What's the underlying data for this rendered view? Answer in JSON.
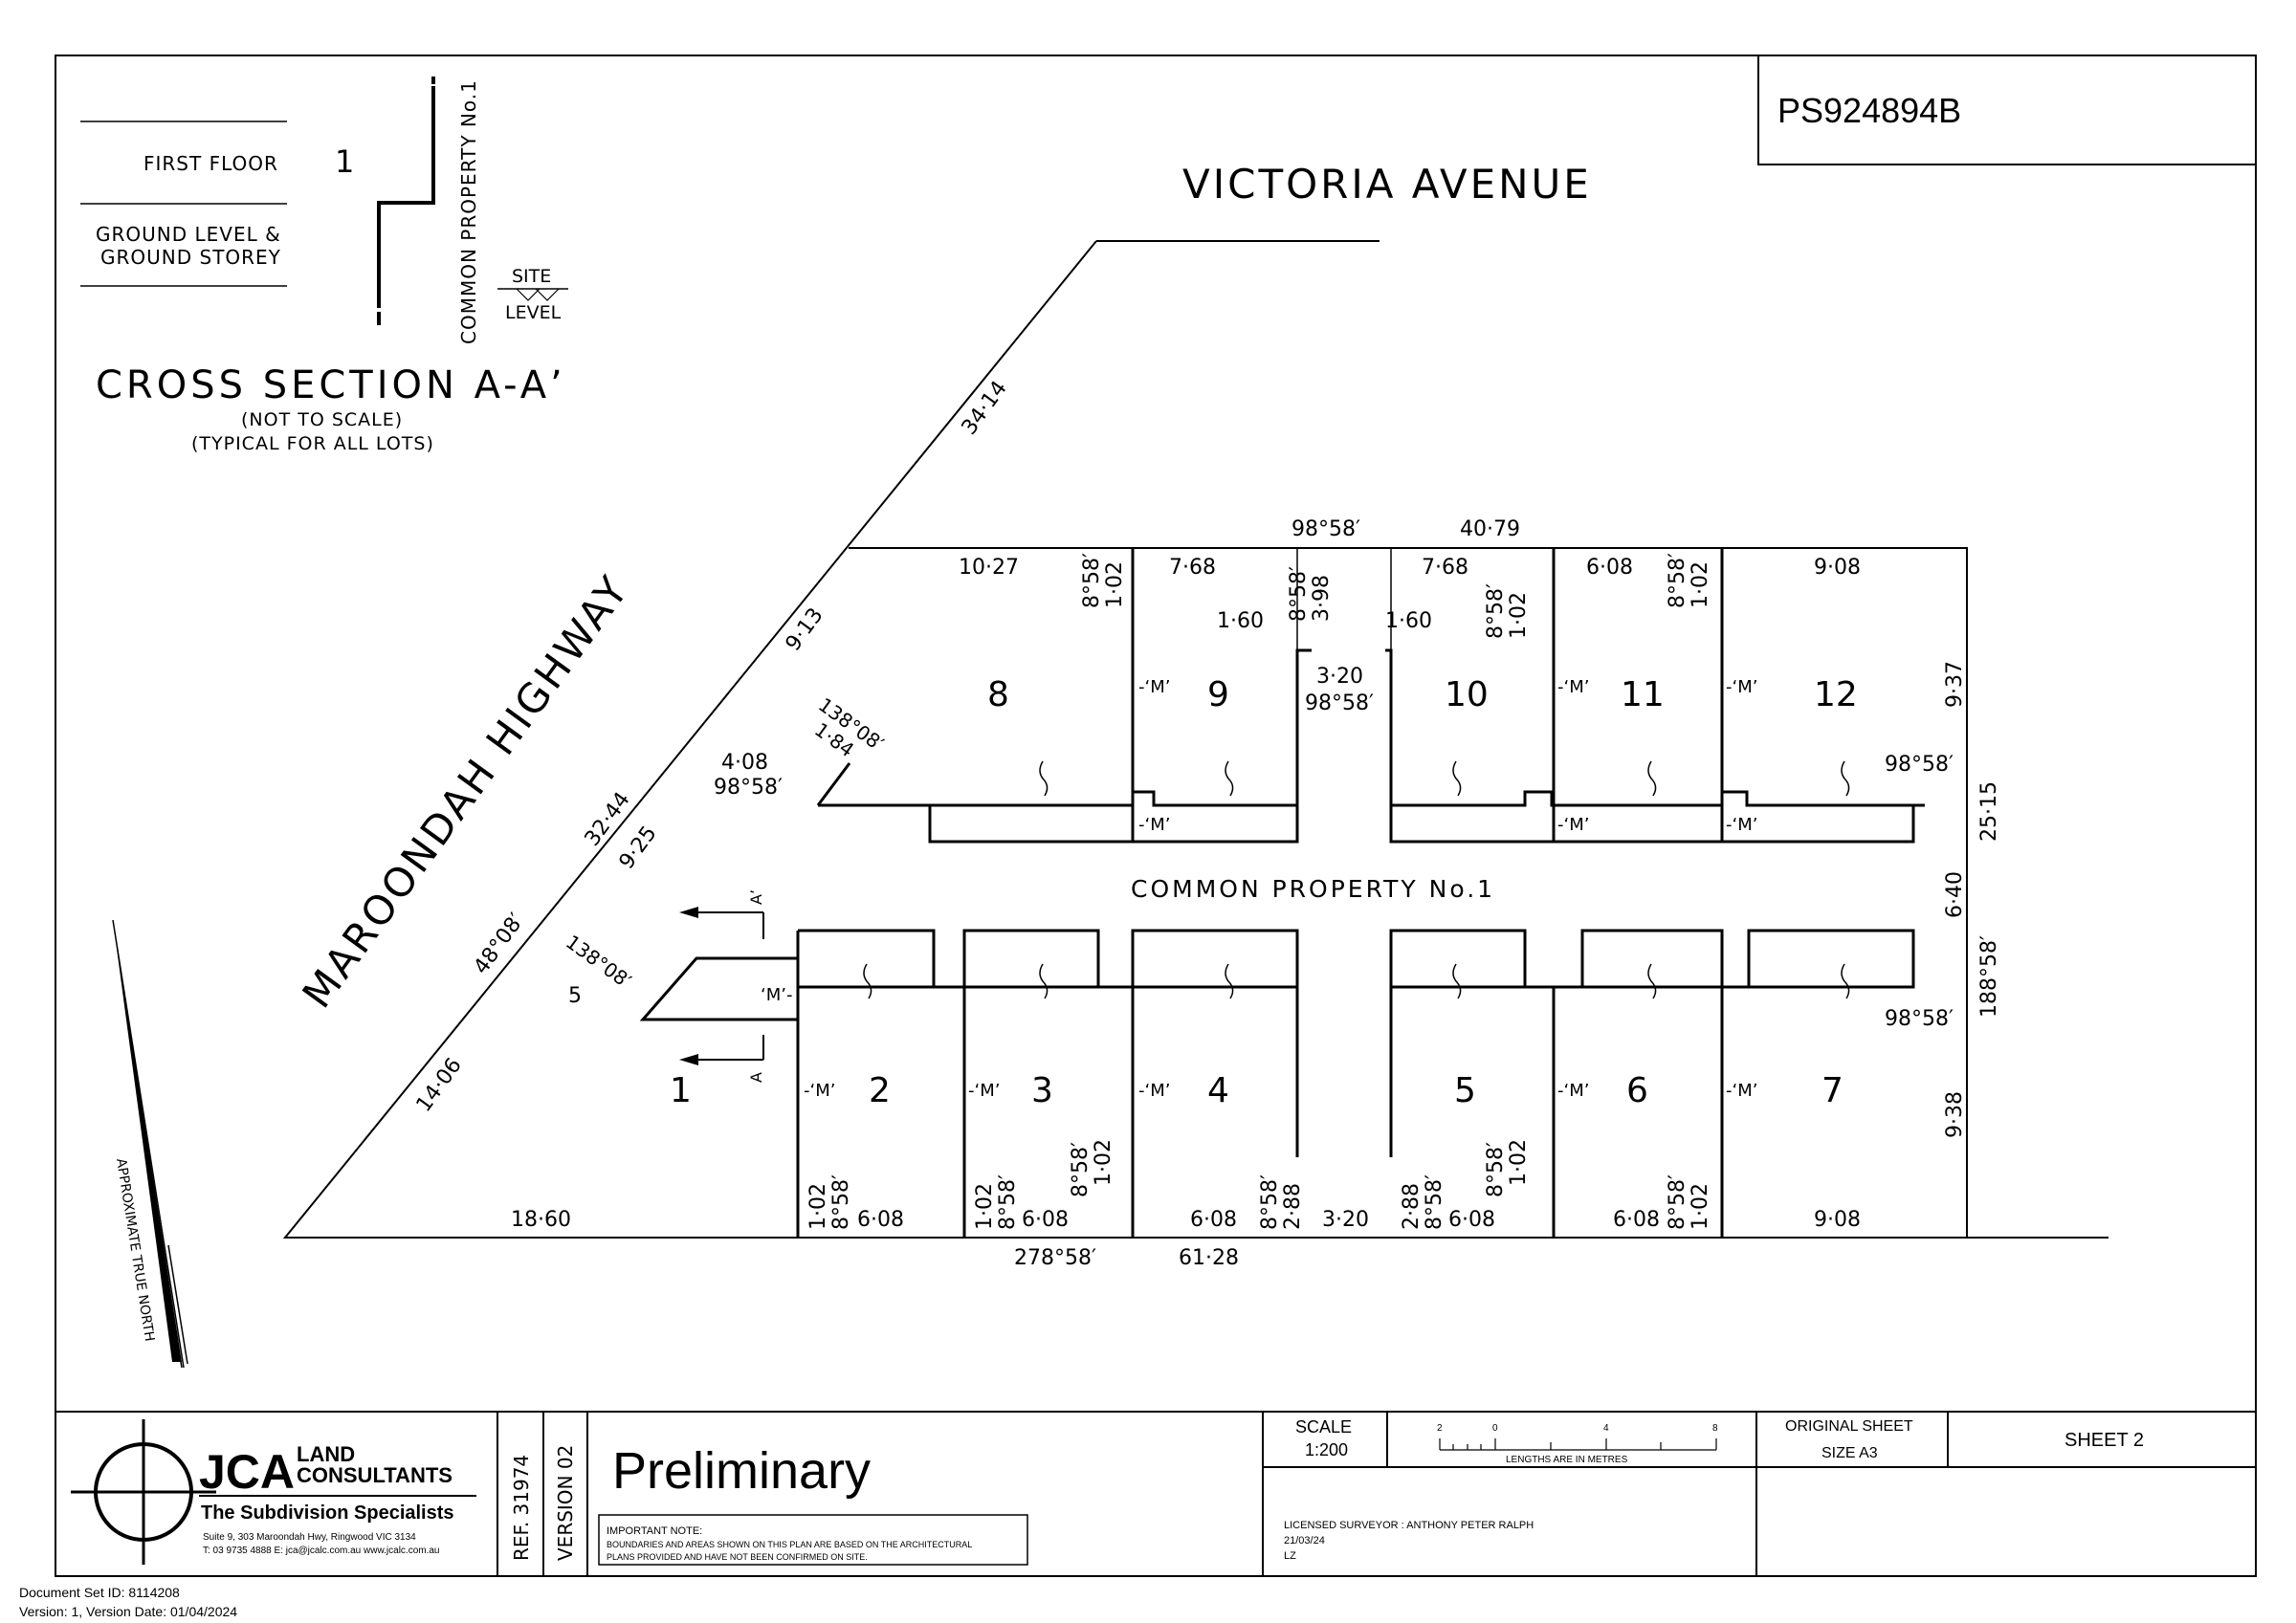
{
  "plan_number": "PS924894B",
  "roads": {
    "north": "VICTORIA AVENUE",
    "west": "MAROONDAH HIGHWAY"
  },
  "cross_section": {
    "first_floor": "FIRST FLOOR",
    "first_floor_num": "1",
    "ground_line1": "GROUND LEVEL &",
    "ground_line2": "GROUND STOREY",
    "common_property": "COMMON PROPERTY No.1",
    "site": "SITE",
    "level": "LEVEL",
    "title": "CROSS SECTION A-A’",
    "note1": "(NOT TO SCALE)",
    "note2": "(TYPICAL FOR ALL LOTS)"
  },
  "common_property_label": "COMMON PROPERTY No.1",
  "section_marks": {
    "a": "A",
    "a_prime": "A’"
  },
  "lots": [
    "1",
    "2",
    "3",
    "4",
    "5",
    "6",
    "7",
    "8",
    "9",
    "10",
    "11",
    "12"
  ],
  "m_label": "-‘M’",
  "m_label2": "‘M’-",
  "dims": {
    "top_bearing": "98°58′",
    "top_total": "40·79",
    "d10_27": "10·27",
    "d7_68a": "7·68",
    "d7_68b": "7·68",
    "d6_08t": "6·08",
    "d9_08t": "9·08",
    "b8_58a": "8°58′",
    "d1_02a": "1·02",
    "b8_58b": "8°58′",
    "d3_98": "3·98",
    "b8_58c": "8°58′",
    "d1_02c": "1·02",
    "b8_58d": "8°58′",
    "d1_02d": "1·02",
    "d1_60a": "1·60",
    "d1_60b": "1·60",
    "d3_20t": "3·20",
    "b98_58c": "98°58′",
    "d34_14": "34·14",
    "d9_13": "9·13",
    "d32_44": "32·44",
    "d9_25": "9·25",
    "d14_06": "14·06",
    "b48_08": "48°08′",
    "b138_08a": "138°08′",
    "d1_84": "1·84",
    "d4_08": "4·08",
    "b98_58a": "98°58′",
    "b138_08b": "138°08′",
    "d5": "5",
    "d9_37": "9·37",
    "d25_15": "25·15",
    "d6_40": "6·40",
    "b188_58": "188°58′",
    "d9_38": "9·38",
    "b98_58r1": "98°58′",
    "b98_58r2": "98°58′",
    "d18_60": "18·60",
    "d1_02e": "1·02",
    "b8_58e": "8°58′",
    "d6_08a": "6·08",
    "d1_02f": "1·02",
    "b8_58f": "8°58′",
    "d6_08b": "6·08",
    "b8_58g": "8°58′",
    "d1_02g": "1·02",
    "d6_08c": "6·08",
    "b8_58h": "8°58′",
    "d2_88a": "2·88",
    "d3_20b": "3·20",
    "d2_88b": "2·88",
    "b8_58i": "8°58′",
    "d6_08d": "6·08",
    "b8_58j": "8°58′",
    "d1_02j": "1·02",
    "d6_08e": "6·08",
    "b8_58k": "8°58′",
    "d1_02k": "1·02",
    "d9_08b": "9·08",
    "bottom_bearing": "278°58′",
    "bottom_total": "61·28"
  },
  "north_arrow": "APPROXIMATE TRUE NORTH",
  "title_block": {
    "logo_big": "JCA",
    "logo_land": "LAND",
    "logo_consultants": "CONSULTANTS",
    "tagline": "The Subdivision Specialists",
    "address": "Suite 9, 303 Maroondah Hwy, Ringwood VIC 3134",
    "contact": "T: 03 9735 4888 E: jca@jcalc.com.au www.jcalc.com.au",
    "ref": "REF.  31974",
    "version": "VERSION  02",
    "status": "Preliminary",
    "note_title": "IMPORTANT NOTE:",
    "note_line1": "BOUNDARIES AND AREAS SHOWN ON THIS PLAN ARE BASED ON THE ARCHITECTURAL",
    "note_line2": "PLANS PROVIDED AND HAVE NOT BEEN CONFIRMED ON SITE.",
    "scale_label": "SCALE",
    "scale_value": "1:200",
    "scale_ticks": [
      "2",
      "0",
      "4",
      "8"
    ],
    "scale_caption": "LENGTHS ARE IN METRES",
    "original_sheet": "ORIGINAL SHEET",
    "sheet_size": "SIZE A3",
    "sheet": "SHEET 2",
    "surveyor": "LICENSED SURVEYOR :  ANTHONY PETER RALPH",
    "date": "21/03/24",
    "initials": "LZ"
  },
  "footer": {
    "doc_set": "Document Set ID: 8114208",
    "version": "Version: 1, Version Date: 01/04/2024"
  }
}
